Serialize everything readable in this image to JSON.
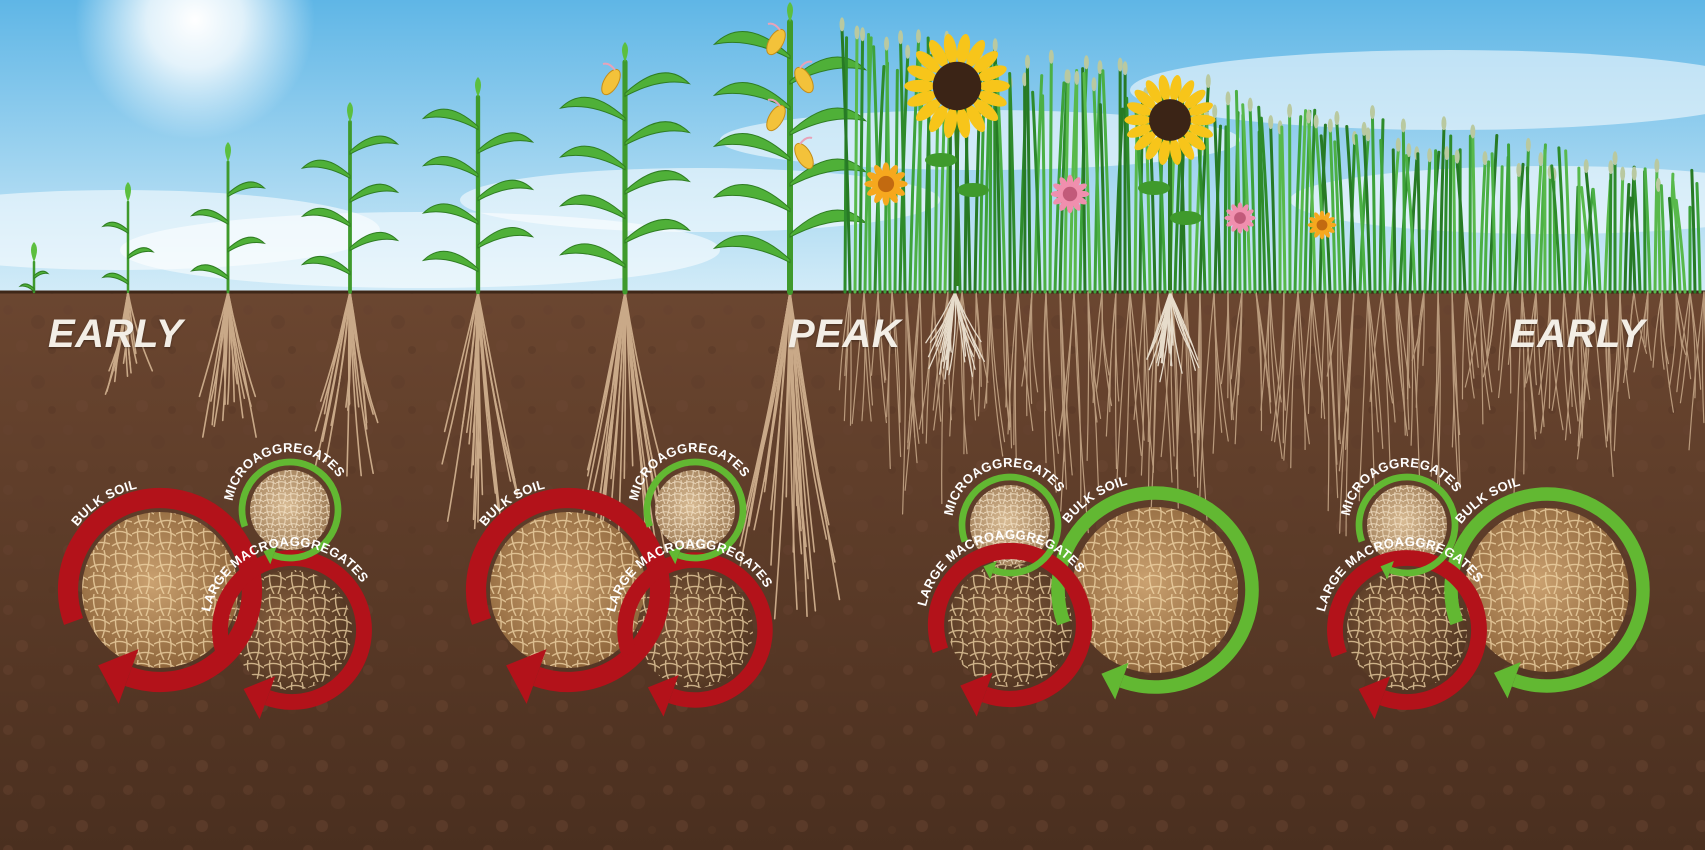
{
  "stages": {
    "early_left": "EARLY",
    "peak": "PEAK",
    "early_right": "EARLY"
  },
  "fractions": {
    "bulk_soil": "BULK SOIL",
    "microaggregates": "MICROAGGREGATES",
    "large_macroaggregates": "LARGE MACROAGGREGATES"
  },
  "colors": {
    "declining_arrow": "#b3121a",
    "increasing_arrow": "#62b832",
    "soil": "#5a3a26",
    "sky": "#a9d8f1",
    "stem": "#3f9a2c",
    "sunflower_petal": "#f7c51a"
  },
  "groups": [
    {
      "bulk_soil": "declining",
      "microaggregates": "increasing",
      "large_macroaggregates": "declining"
    },
    {
      "bulk_soil": "declining",
      "microaggregates": "increasing",
      "large_macroaggregates": "declining"
    },
    {
      "bulk_soil": "increasing",
      "microaggregates": "increasing",
      "large_macroaggregates": "declining"
    },
    {
      "bulk_soil": "increasing",
      "microaggregates": "increasing",
      "large_macroaggregates": "declining"
    }
  ]
}
